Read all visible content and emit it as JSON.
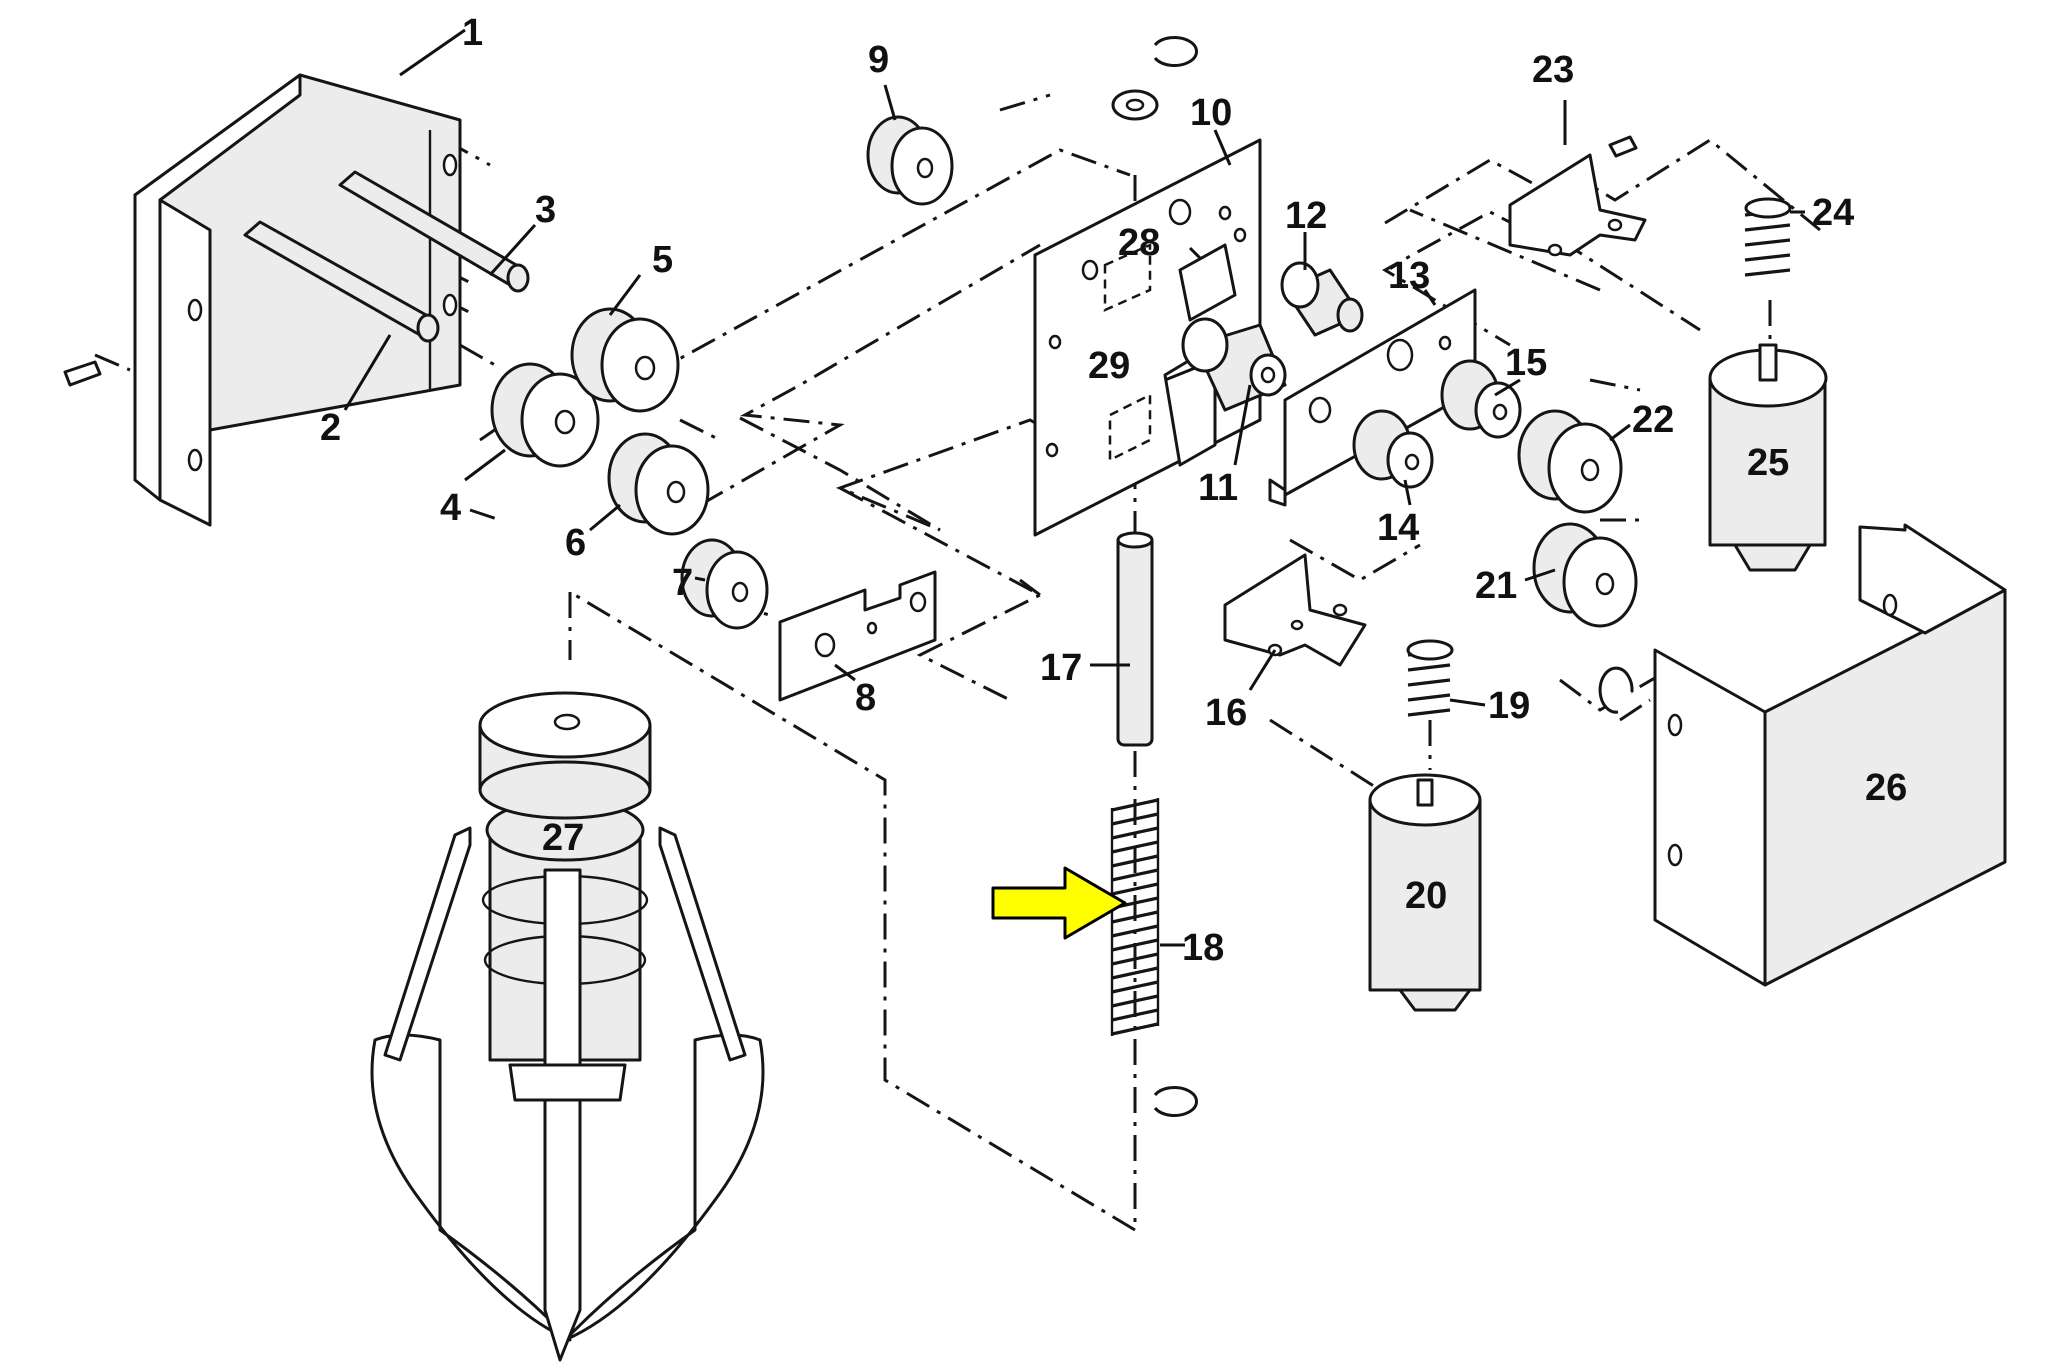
{
  "callouts": {
    "c1": "1",
    "c2": "2",
    "c3": "3",
    "c4": "4",
    "c5": "5",
    "c6": "6",
    "c7": "7",
    "c8": "8",
    "c9": "9",
    "c10": "10",
    "c11": "11",
    "c12": "12",
    "c13": "13",
    "c14": "14",
    "c15": "15",
    "c16": "16",
    "c17": "17",
    "c18": "18",
    "c19": "19",
    "c20": "20",
    "c21": "21",
    "c22": "22",
    "c23": "23",
    "c24": "24",
    "c25": "25",
    "c26": "26",
    "c27": "27",
    "c28": "28",
    "c29": "29"
  },
  "highlight": {
    "target_callout": "18",
    "arrow_color": "#ffff00"
  },
  "colors": {
    "line": "#151515",
    "fill": "#ececec",
    "background": "#ffffff"
  }
}
